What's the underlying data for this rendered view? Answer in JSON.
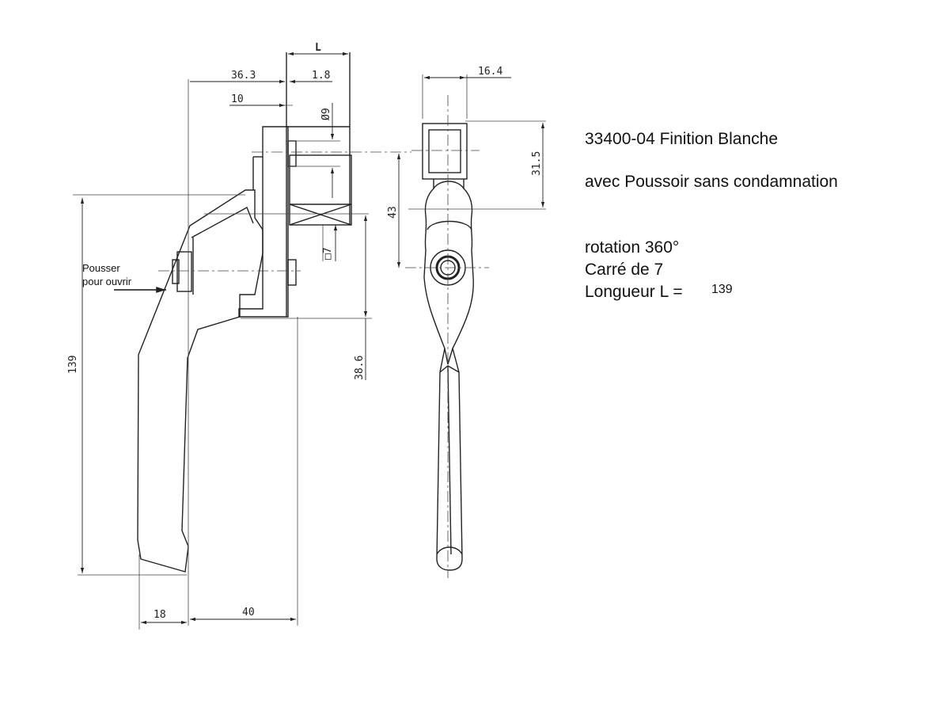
{
  "specs": {
    "reference": "33400-04 Finition Blanche",
    "poussoir": "avec Poussoir sans condamnation",
    "rotation": "rotation 360°",
    "carre": "Carré de 7",
    "longueur_label": "Longueur L =",
    "longueur_value": "139"
  },
  "drawing": {
    "push_note_line1": "Pousser",
    "push_note_line2": "pour ouvrir",
    "dims": {
      "L": "L",
      "d36_3": "36.3",
      "d1_8": "1.8",
      "d10": "10",
      "phi9": "Ø9",
      "d43": "43",
      "sq7": "□7",
      "d38_6": "38.6",
      "d139": "139",
      "d18": "18",
      "d40": "40",
      "d16_4": "16.4",
      "d31_5": "31.5"
    }
  }
}
